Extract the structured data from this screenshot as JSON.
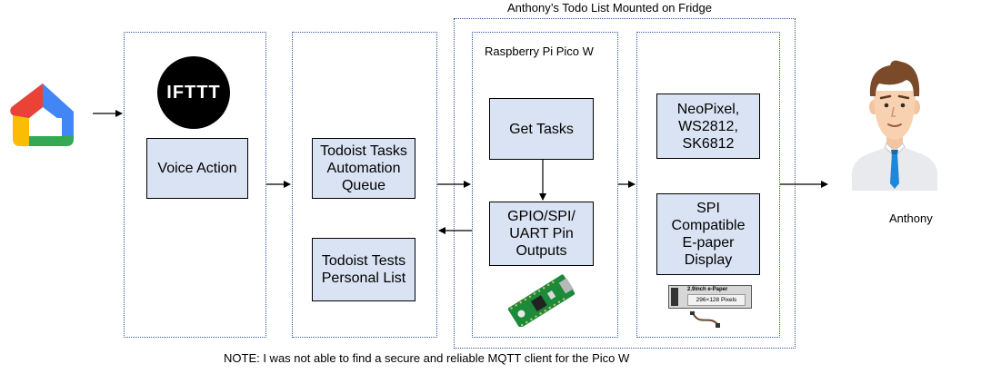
{
  "title": "Anthony’s Todo List Mounted on Fridge",
  "note": "NOTE: I was not able to find a secure and reliable MQTT client for the Pico W",
  "ifttt": {
    "logo_text": "IFTTT",
    "voice_action": "Voice Action"
  },
  "todoist": {
    "automation_queue": "Todoist Tasks\nAutomation\nQueue",
    "personal_list": "Todoist Tests\nPersonal List"
  },
  "pico": {
    "label": "Raspberry Pi Pico W",
    "get_tasks": "Get Tasks",
    "pin_outputs": "GPIO/SPI/\nUART Pin\nOutputs"
  },
  "displays": {
    "neopixel": "NeoPixel,\nWS2812,\nSK6812",
    "epaper": "SPI\nCompatible\nE-paper\nDisplay",
    "epaper_board_text": "2.9inch e-Paper",
    "epaper_screen_text": "296×128 Pixels"
  },
  "person": {
    "name": "Anthony"
  },
  "colors": {
    "box_fill": "#dae3f3",
    "dashed_border": "#2f5597",
    "home_red": "#ea4335",
    "home_yellow": "#fbbc04",
    "home_green": "#34a853",
    "home_blue": "#4285f4",
    "pico_green": "#1b8a3a",
    "tie_blue": "#1e88d8"
  }
}
